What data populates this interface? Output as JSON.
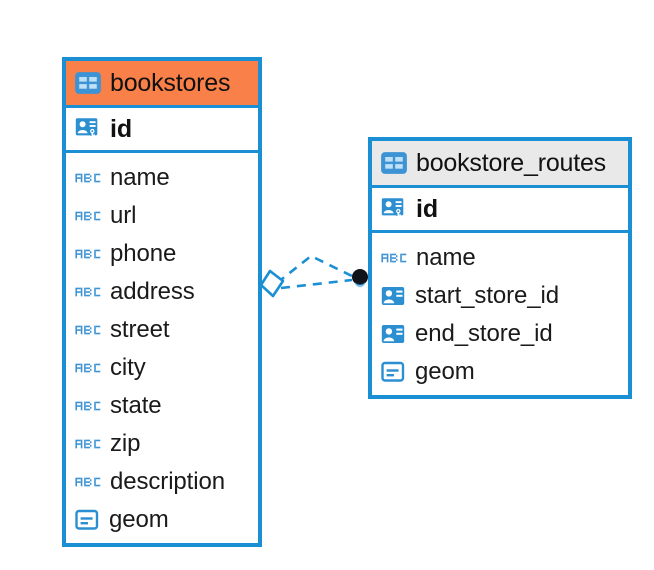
{
  "diagram": {
    "type": "entity-relationship-diagram",
    "background": "#ffffff",
    "accent_border": "#1b8fd4",
    "icon_blue": "#3d93d4",
    "header_highlight": "#f98049",
    "header_default": "#e9e9e9"
  },
  "entities": [
    {
      "name": "bookstores",
      "header_style": "orange",
      "table_icon": "table-icon",
      "primary_key": {
        "label": "id",
        "icon": "primary-key-icon"
      },
      "columns": [
        {
          "label": "name",
          "icon": "text-type-icon"
        },
        {
          "label": "url",
          "icon": "text-type-icon"
        },
        {
          "label": "phone",
          "icon": "text-type-icon"
        },
        {
          "label": "address",
          "icon": "text-type-icon"
        },
        {
          "label": "street",
          "icon": "text-type-icon"
        },
        {
          "label": "city",
          "icon": "text-type-icon"
        },
        {
          "label": "state",
          "icon": "text-type-icon"
        },
        {
          "label": "zip",
          "icon": "text-type-icon"
        },
        {
          "label": "description",
          "icon": "text-type-icon"
        },
        {
          "label": "geom",
          "icon": "geometry-type-icon"
        }
      ]
    },
    {
      "name": "bookstore_routes",
      "header_style": "grey",
      "table_icon": "table-icon",
      "primary_key": {
        "label": "id",
        "icon": "primary-key-icon"
      },
      "columns": [
        {
          "label": "name",
          "icon": "text-type-icon"
        },
        {
          "label": "start_store_id",
          "icon": "foreign-key-icon"
        },
        {
          "label": "end_store_id",
          "icon": "foreign-key-icon"
        },
        {
          "label": "geom",
          "icon": "geometry-type-icon"
        }
      ]
    }
  ],
  "relationship": {
    "style": "dashed",
    "color": "#1b8fd4",
    "source_marker": "diamond-outline-marker",
    "target_marker": "filled-circle-marker",
    "source_entity": "bookstores",
    "target_entity": "bookstore_routes"
  }
}
